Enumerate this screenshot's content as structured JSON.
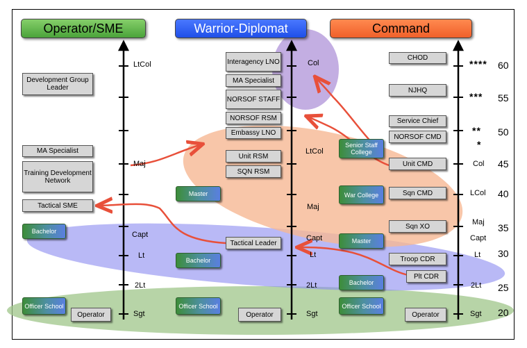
{
  "headers": {
    "left": "Operator/SME",
    "center": "Warrior-Diplomat",
    "right": "Command"
  },
  "colors": {
    "green": "#5bb14a",
    "blue": "#2a5cf5",
    "orange": "#f26a35",
    "ellipse_purple": "#9a7fd0",
    "ellipse_peach": "#f6b894",
    "ellipse_blue": "#9090f0",
    "ellipse_green": "#9fc58a",
    "arrow": "#e8503a"
  },
  "left_column": {
    "boxes": [
      "Development Group Leader",
      "MA Specialist",
      "Training Development Network",
      "Tactical SME",
      "Operator"
    ],
    "edu": [
      "Bachelor",
      "Officer School"
    ],
    "ranks": [
      "LtCol",
      "Maj",
      "Capt",
      "Lt",
      "2Lt",
      "Sgt"
    ]
  },
  "center_column": {
    "boxes": [
      "Interagency LNO",
      "MA Specialist",
      "NORSOF STAFF",
      "NORSOF RSM",
      "Embassy LNO",
      "Unit RSM",
      "SQN RSM",
      "Tactical Leader",
      "Operator"
    ],
    "edu": [
      "Master",
      "Bachelor",
      "Officer School"
    ],
    "ranks": [
      "Col",
      "LtCol",
      "Maj",
      "Capt",
      "Lt",
      "2Lt",
      "Sgt"
    ]
  },
  "right_column": {
    "boxes": [
      "CHOD",
      "NJHQ",
      "Service Chief",
      "NORSOF CMD",
      "Unit CMD",
      "Sqn CMD",
      "Sqn XO",
      "Troop CDR",
      "Plt CDR",
      "Operator"
    ],
    "edu": [
      "Senior Staff College",
      "War College",
      "Master",
      "Bachelor",
      "Officer School"
    ],
    "ranks": [
      "****",
      "***",
      "**",
      "*",
      "Col",
      "LCol",
      "Maj",
      "Capt",
      "Lt",
      "2Lt",
      "Sgt"
    ],
    "ages": [
      "60",
      "55",
      "50",
      "45",
      "40",
      "35",
      "30",
      "25",
      "20"
    ]
  }
}
